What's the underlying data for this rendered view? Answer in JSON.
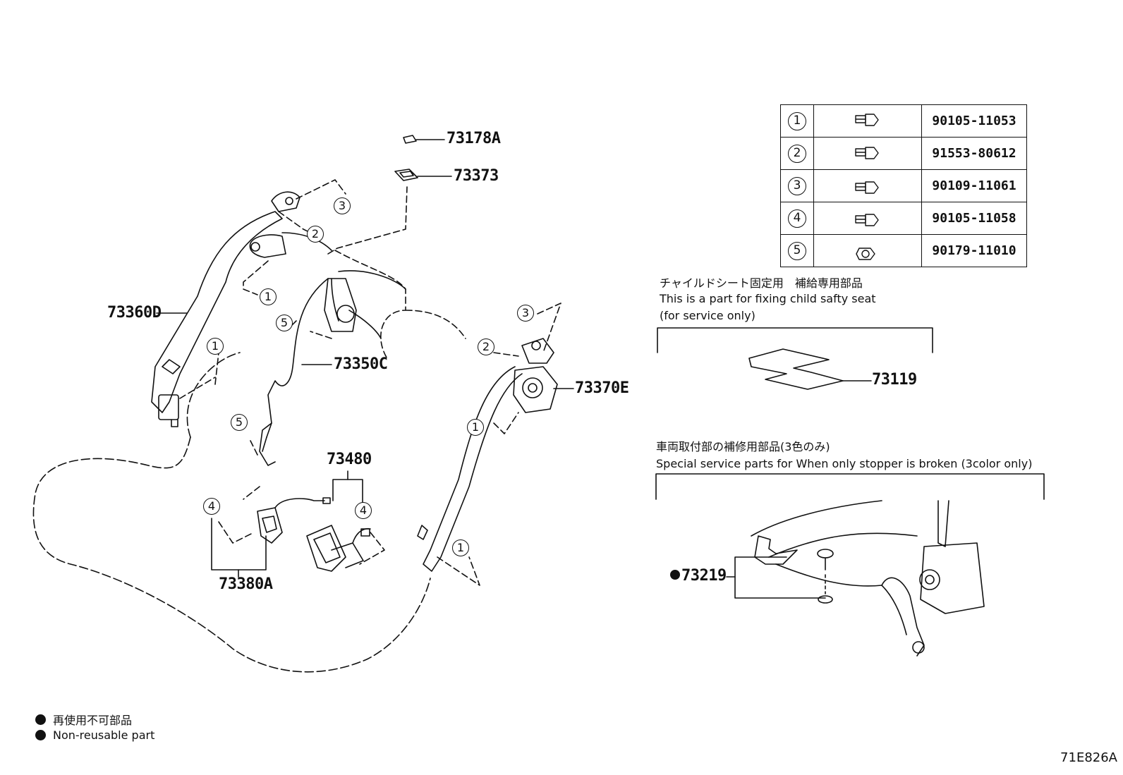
{
  "parts": {
    "73178A": "73178A",
    "73373": "73373",
    "73360D": "73360D",
    "73350C": "73350C",
    "73370E": "73370E",
    "73480": "73480",
    "73380A": "73380A",
    "73119": "73119",
    "73219": "73219"
  },
  "callouts": [
    "1",
    "2",
    "3",
    "4",
    "5"
  ],
  "fastener_table": [
    {
      "ref": "1",
      "icon": "bolt-icon",
      "part_no": "90105-11053"
    },
    {
      "ref": "2",
      "icon": "bolt-icon",
      "part_no": "91553-80612"
    },
    {
      "ref": "3",
      "icon": "bolt-icon",
      "part_no": "90109-11061"
    },
    {
      "ref": "4",
      "icon": "bolt-icon",
      "part_no": "90105-11058"
    },
    {
      "ref": "5",
      "icon": "nut-icon",
      "part_no": "90179-11010"
    }
  ],
  "child_seat_note": {
    "jp": "チャイルドシート固定用　補給専用部品",
    "en1": "This is a part for fixing child safty seat",
    "en2": "(for service only)"
  },
  "stopper_note": {
    "jp": "車両取付部の補修用部品(3色のみ)",
    "en": "Special service parts for When only stopper is broken (3color only)"
  },
  "legend": {
    "jp": "再使用不可部品",
    "en": "Non-reusable part"
  },
  "figure_code": "71E826A"
}
